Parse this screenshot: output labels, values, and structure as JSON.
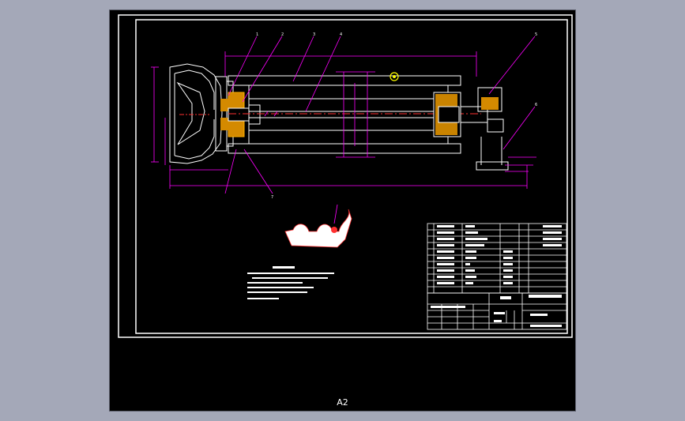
{
  "sheet": {
    "label": "A2"
  },
  "colors": {
    "background": "#a4a8b8",
    "paper": "#000000",
    "frame": "#ffffff",
    "dimension": "#ff00ff",
    "centerline": "#ff3030",
    "hatch": "#ffb000",
    "balloon": "#ffff00"
  },
  "balloons": [
    "1",
    "2",
    "3",
    "4",
    "5",
    "6",
    "7"
  ],
  "detail_title": "",
  "title_block": {
    "drawing_name": "",
    "company": ""
  }
}
